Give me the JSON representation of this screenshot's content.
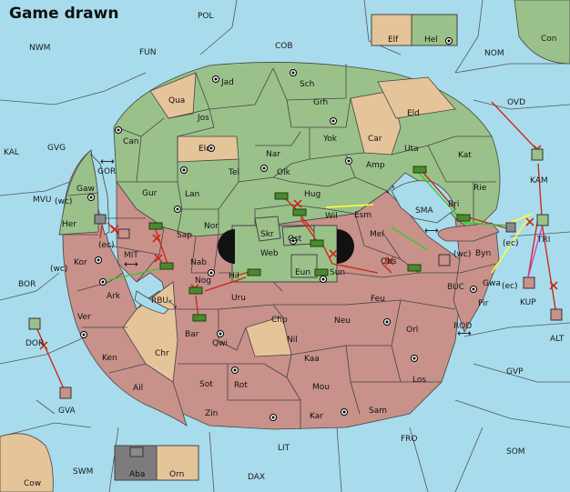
{
  "status": {
    "title": "Game drawn"
  },
  "colors": {
    "sea": "#a8dcec",
    "green": "#9bc18a",
    "red": "#c8918a",
    "tan": "#e6c49a",
    "grey": "#7c7c7c",
    "order_move": "#cc2a1a",
    "order_support": "#ffff33",
    "order_support_green": "#33cc33",
    "order_convoy": "#cc44cc"
  },
  "legend": {
    "elf": {
      "label": "Elf"
    },
    "hel": {
      "label": "Hel"
    },
    "aba": {
      "label": "Aba"
    },
    "orn": {
      "label": "Orn"
    }
  },
  "seas": [
    {
      "id": "pol",
      "label": "POL"
    },
    {
      "id": "nwm",
      "label": "NWM"
    },
    {
      "id": "fun",
      "label": "FUN"
    },
    {
      "id": "cob",
      "label": "COB"
    },
    {
      "id": "nom",
      "label": "NOM"
    },
    {
      "id": "con",
      "label": "Con"
    },
    {
      "id": "ovd",
      "label": "OVD"
    },
    {
      "id": "kal",
      "label": "KAL"
    },
    {
      "id": "gvg",
      "label": "GVG"
    },
    {
      "id": "gor",
      "label": "GOR"
    },
    {
      "id": "mvu",
      "label": "MVU"
    },
    {
      "id": "mit",
      "label": "MIT"
    },
    {
      "id": "bor",
      "label": "BOR"
    },
    {
      "id": "rbu",
      "label": "RBU"
    },
    {
      "id": "dor",
      "label": "DOR"
    },
    {
      "id": "gva",
      "label": "GVA"
    },
    {
      "id": "sma",
      "label": "SMA"
    },
    {
      "id": "kam",
      "label": "KAM"
    },
    {
      "id": "tri",
      "label": "TRI"
    },
    {
      "id": "kup",
      "label": "KUP"
    },
    {
      "id": "alt",
      "label": "ALT"
    },
    {
      "id": "buc",
      "label": "BUC"
    },
    {
      "id": "rod",
      "label": "ROD"
    },
    {
      "id": "gvp",
      "label": "GVP"
    },
    {
      "id": "fro",
      "label": "FRO"
    },
    {
      "id": "som",
      "label": "SOM"
    },
    {
      "id": "lit",
      "label": "LIT"
    },
    {
      "id": "swm",
      "label": "SWM"
    },
    {
      "id": "dax",
      "label": "DAX"
    },
    {
      "id": "cow",
      "label": "Cow"
    }
  ],
  "provinces": [
    {
      "id": "jad",
      "label": "Jad"
    },
    {
      "id": "sch",
      "label": "Sch"
    },
    {
      "id": "qua",
      "label": "Qua"
    },
    {
      "id": "jos",
      "label": "Jos"
    },
    {
      "id": "grh",
      "label": "Grh"
    },
    {
      "id": "eld",
      "label": "Eld"
    },
    {
      "id": "can",
      "label": "Can"
    },
    {
      "id": "yok",
      "label": "Yok"
    },
    {
      "id": "car",
      "label": "Car"
    },
    {
      "id": "elc",
      "label": "Elc"
    },
    {
      "id": "nar",
      "label": "Nar"
    },
    {
      "id": "uta",
      "label": "Uta"
    },
    {
      "id": "kat",
      "label": "Kat"
    },
    {
      "id": "tel",
      "label": "Tel"
    },
    {
      "id": "olk",
      "label": "Olk"
    },
    {
      "id": "amp",
      "label": "Amp"
    },
    {
      "id": "gaw",
      "label": "Gaw"
    },
    {
      "id": "gur",
      "label": "Gur"
    },
    {
      "id": "lan",
      "label": "Lan"
    },
    {
      "id": "hug",
      "label": "Hug"
    },
    {
      "id": "rie",
      "label": "Rie"
    },
    {
      "id": "her",
      "label": "Her"
    },
    {
      "id": "nor",
      "label": "Nor"
    },
    {
      "id": "wil",
      "label": "Wil"
    },
    {
      "id": "esm",
      "label": "Esm"
    },
    {
      "id": "bri",
      "label": "Bri"
    },
    {
      "id": "skr",
      "label": "Skr"
    },
    {
      "id": "sap",
      "label": "Sap"
    },
    {
      "id": "ost",
      "label": "Ost"
    },
    {
      "id": "mel",
      "label": "Mel"
    },
    {
      "id": "kor",
      "label": "Kor"
    },
    {
      "id": "web",
      "label": "Web"
    },
    {
      "id": "byn",
      "label": "Byn"
    },
    {
      "id": "nab",
      "label": "Nab"
    },
    {
      "id": "obs",
      "label": "Obs"
    },
    {
      "id": "eun",
      "label": "Eun"
    },
    {
      "id": "sun",
      "label": "Sun"
    },
    {
      "id": "hil",
      "label": "Hil"
    },
    {
      "id": "gwa",
      "label": "Gwa"
    },
    {
      "id": "ark",
      "label": "Ark"
    },
    {
      "id": "nog",
      "label": "Nog"
    },
    {
      "id": "uru",
      "label": "Uru"
    },
    {
      "id": "feu",
      "label": "Feu"
    },
    {
      "id": "pir",
      "label": "Pir"
    },
    {
      "id": "ver",
      "label": "Ver"
    },
    {
      "id": "chp",
      "label": "Chp"
    },
    {
      "id": "neu",
      "label": "Neu"
    },
    {
      "id": "orl",
      "label": "Orl"
    },
    {
      "id": "bar",
      "label": "Bar"
    },
    {
      "id": "qwi",
      "label": "Qwi"
    },
    {
      "id": "nil",
      "label": "Nil"
    },
    {
      "id": "chr",
      "label": "Chr"
    },
    {
      "id": "ken",
      "label": "Ken"
    },
    {
      "id": "kaa",
      "label": "Kaa"
    },
    {
      "id": "sot",
      "label": "Sot"
    },
    {
      "id": "rot",
      "label": "Rot"
    },
    {
      "id": "ail",
      "label": "Ail"
    },
    {
      "id": "mou",
      "label": "Mou"
    },
    {
      "id": "los",
      "label": "Los"
    },
    {
      "id": "zin",
      "label": "Zin"
    },
    {
      "id": "kar",
      "label": "Kar"
    },
    {
      "id": "sam",
      "label": "Sam"
    }
  ],
  "coast_tags": [
    {
      "id": "wc1",
      "label": "(wc)"
    },
    {
      "id": "ec1",
      "label": "(ec)"
    },
    {
      "id": "wc2",
      "label": "(wc)"
    },
    {
      "id": "wc3",
      "label": "(wc)"
    },
    {
      "id": "ec2",
      "label": "(ec)"
    },
    {
      "id": "ec3",
      "label": "(ec)"
    }
  ]
}
